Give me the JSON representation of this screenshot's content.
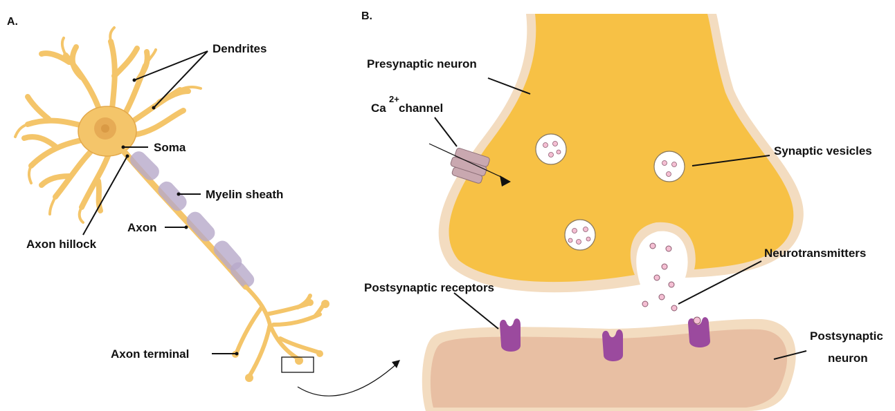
{
  "panels": {
    "a": "A.",
    "b": "B."
  },
  "neuron": {
    "dendrites": "Dendrites",
    "soma": "Soma",
    "myelin_sheath": "Myelin sheath",
    "axon": "Axon",
    "axon_hillock": "Axon hillock",
    "axon_terminal": "Axon terminal"
  },
  "synapse": {
    "presynaptic_neuron": "Presynaptic neuron",
    "ca_channel_prefix": "Ca",
    "ca_channel_superscript": "2+",
    "ca_channel_suffix": "channel",
    "synaptic_vesicles": "Synaptic vesicles",
    "neurotransmitters": "Neurotransmitters",
    "postsynaptic_receptors": "Postsynaptic receptors",
    "postsynaptic_neuron_line1": "Postsynaptic",
    "postsynaptic_neuron_line2": "neuron"
  },
  "colors": {
    "neuron_fill": "#f4c56a",
    "neuron_outline": "#e3a84a",
    "nucleus": "#d99a45",
    "myelin": "#b7a9c9",
    "presynaptic_fill": "#f7c145",
    "membrane": "#f3dcc0",
    "postsynaptic_fill": "#e8bfa3",
    "receptor": "#9b4a9e",
    "vesicle_dot": "#f4bfd3",
    "channel": "#c9a8b0"
  }
}
